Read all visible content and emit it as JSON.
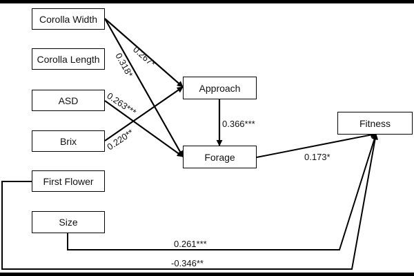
{
  "nodes": {
    "corolla_width": "Corolla Width",
    "corolla_length": "Corolla Length",
    "asd": "ASD",
    "brix": "Brix",
    "first_flower": "First Flower",
    "size": "Size",
    "approach": "Approach",
    "forage": "Forage",
    "fitness": "Fitness"
  },
  "paths": {
    "corolla_width_approach": "0.267*",
    "corolla_width_forage": "0.318*",
    "asd_forage": "0.263***",
    "brix_approach": "0.220**",
    "approach_forage": "0.366***",
    "forage_fitness": "0.173*",
    "size_fitness": "0.261***",
    "first_flower_fitness": "-0.346**"
  },
  "colors": {
    "line": "#000000",
    "text": "#111111",
    "background": "#ffffff"
  }
}
